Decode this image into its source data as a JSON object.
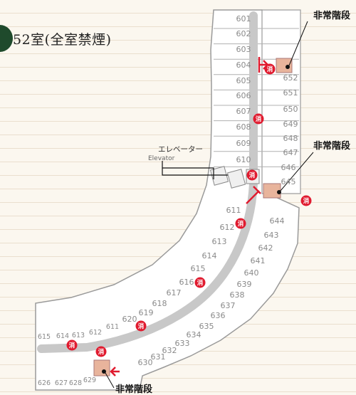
{
  "title": "52室(全室禁煙)",
  "labels": {
    "emergency_stairs": "非常階段",
    "elevator_jp": "エレベーター",
    "elevator_en": "Elevator",
    "extinguisher": "消"
  },
  "rooms": [
    "601",
    "602",
    "603",
    "604",
    "605",
    "606",
    "607",
    "608",
    "609",
    "610",
    "611",
    "612",
    "613",
    "614",
    "615",
    "616",
    "617",
    "618",
    "619",
    "620",
    "611",
    "612",
    "613",
    "614",
    "615",
    "626",
    "627",
    "628",
    "629",
    "630",
    "631",
    "632",
    "633",
    "634",
    "635",
    "636",
    "637",
    "638",
    "639",
    "640",
    "641",
    "642",
    "643",
    "644",
    "645",
    "646",
    "647",
    "648",
    "649",
    "650",
    "651",
    "652"
  ],
  "colors": {
    "accent": "#1f4a2c",
    "extinguisher": "#e01b2f",
    "stairs": "#e8b49c"
  }
}
